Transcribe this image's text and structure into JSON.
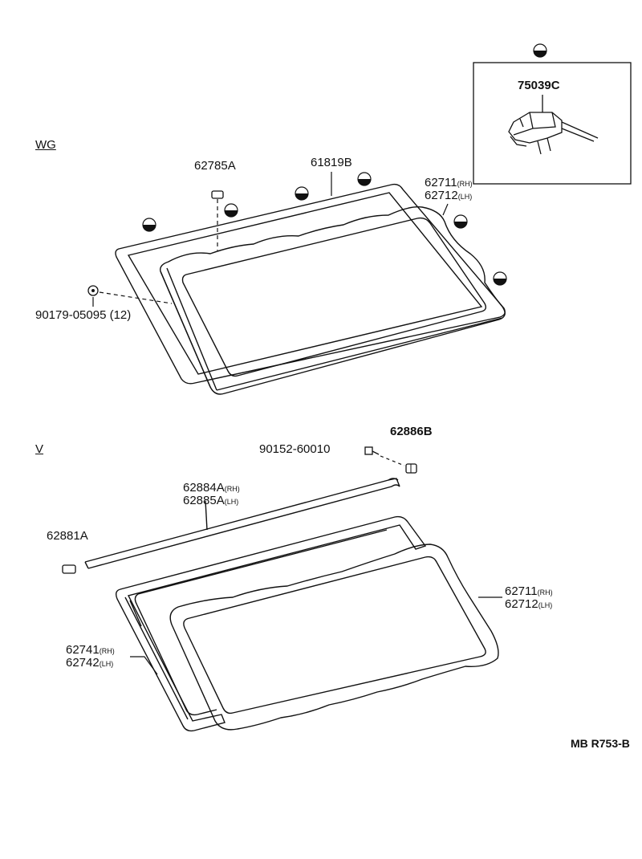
{
  "sections": {
    "wg": "WG",
    "v": "V"
  },
  "reference": "MB R753-B",
  "parts": {
    "p75039C": "75039C",
    "p62785A": "62785A",
    "p61819B": "61819B",
    "p62711_wg": "62711",
    "p62711_wg_side": "(RH)",
    "p62712_wg": "62712",
    "p62712_wg_side": "(LH)",
    "p90179": "90179-05095",
    "p90179_qty": "(12)",
    "p90152": "90152-60010",
    "p62886B": "62886B",
    "p62884A": "62884A",
    "p62884A_side": "(RH)",
    "p62885A": "62885A",
    "p62885A_side": "(LH)",
    "p62881A": "62881A",
    "p62711_v": "62711",
    "p62711_v_side": "(RH)",
    "p62712_v": "62712",
    "p62712_v_side": "(LH)",
    "p62741": "62741",
    "p62741_side": "(RH)",
    "p62742": "62742",
    "p62742_side": "(LH)"
  }
}
